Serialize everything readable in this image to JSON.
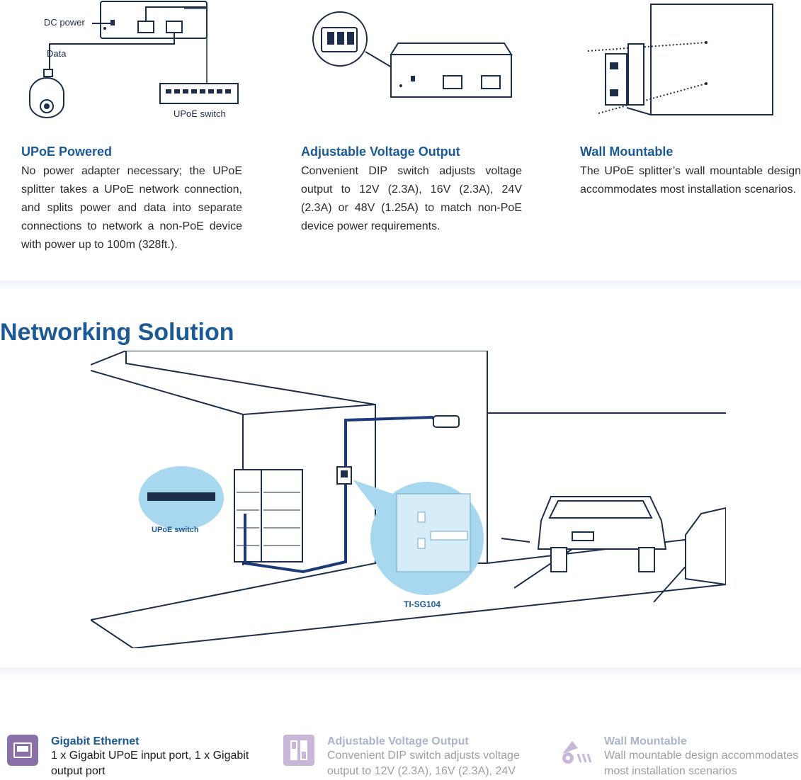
{
  "diagram1": {
    "dc_power_label": "DC power",
    "data_label": "Data",
    "switch_label": "UPoE switch"
  },
  "features": [
    {
      "title": "UPoE Powered",
      "text": "No power adapter necessary; the UPoE splitter takes a UPoE network connection, and splits power and data into separate connections to network a non-PoE device with power up to 100m (328ft.)."
    },
    {
      "title": "Adjustable Voltage Output",
      "text": "Convenient DIP switch adjusts voltage output to 12V (2.3A), 16V (2.3A), 24V (2.3A) or 48V (1.25A) to match non-PoE device power requirements."
    },
    {
      "title": "Wall Mountable",
      "text": "The UPoE splitter’s wall mountable design accommodates most installation scenarios."
    }
  ],
  "networking": {
    "heading": "Networking Solution",
    "switch_label": "UPoE switch",
    "device_label": "TI-SG104"
  },
  "bottom_features": [
    {
      "icon": "ethernet-port-icon",
      "title": "Gigabit Ethernet",
      "text": "1 x Gigabit UPoE input port, 1 x Gigabit output port",
      "color": "#1b5a96",
      "text_color": "#1a1a1a"
    },
    {
      "icon": "dip-switch-icon",
      "title": "Adjustable Voltage Output",
      "text": "Convenient DIP switch adjusts voltage output to 12V (2.3A), 16V (2.3A), 24V",
      "color": "#a9b6cc",
      "text_color": "#9a9fa8"
    },
    {
      "icon": "wall-mount-icon",
      "title": "Wall Mountable",
      "text": "Wall mountable design accommodates most installation scenarios",
      "color": "#a9b6cc",
      "text_color": "#9a9fa8"
    }
  ],
  "colors": {
    "title_blue": "#1b5a96",
    "line_navy": "#1c2e4a",
    "highlight": "#a8d8f0",
    "icon_purple": "#8b6fa8"
  }
}
